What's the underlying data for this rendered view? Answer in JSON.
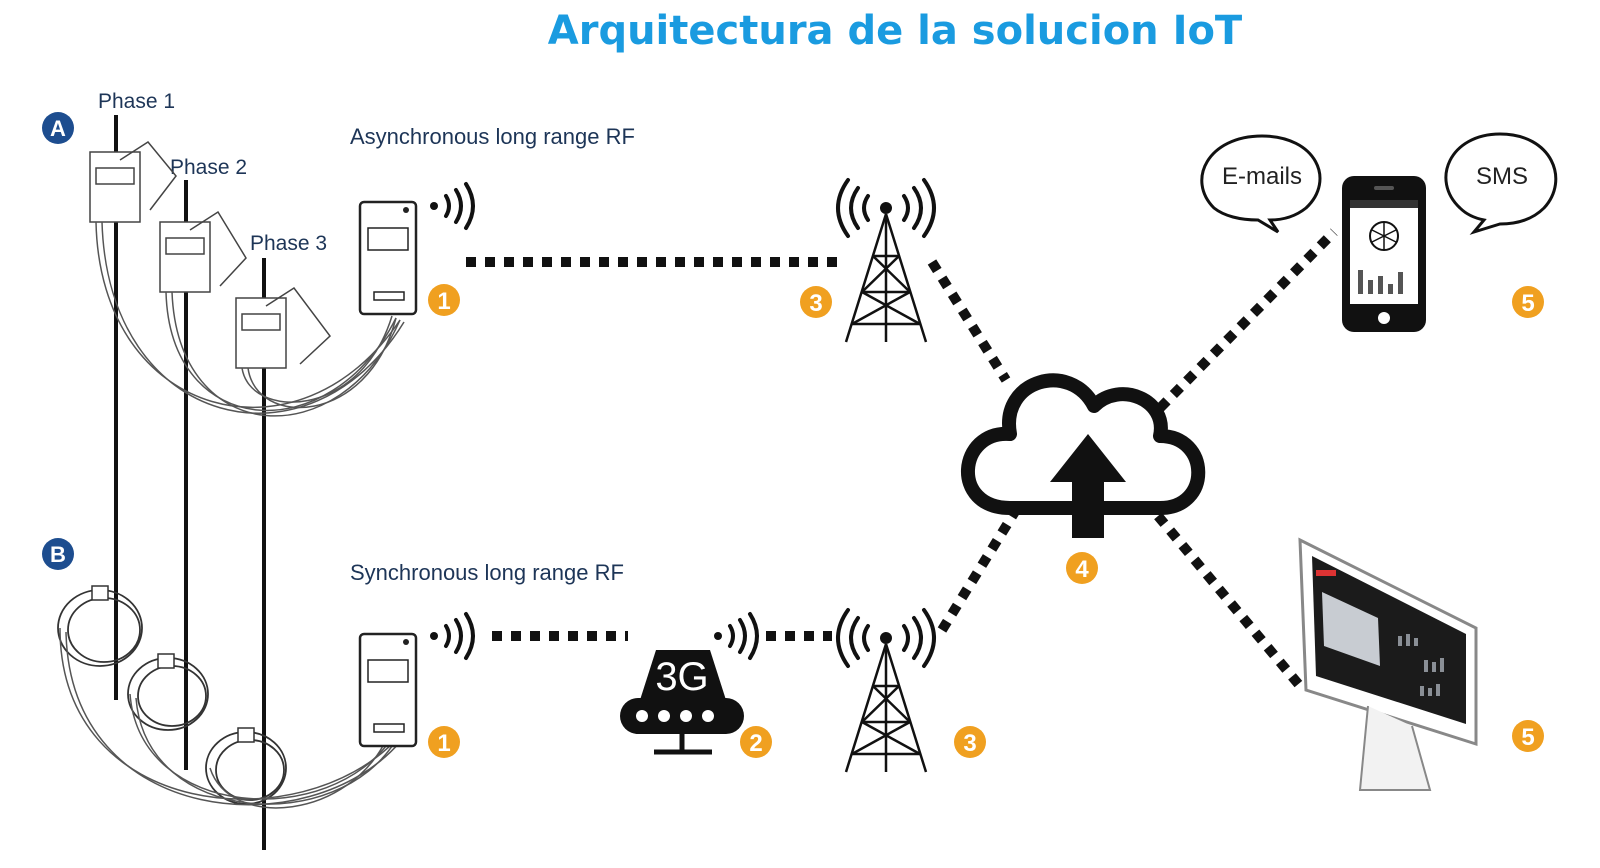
{
  "title": "Arquitectura de la solucion IoT",
  "labels": {
    "async": "Asynchronous long range RF",
    "sync": "Synchronous long range RF",
    "phase1": "Phase 1",
    "phase2": "Phase 2",
    "phase3": "Phase 3",
    "section_a": "A",
    "section_b": "B",
    "gateway_3g": "3G",
    "email": "E-mails",
    "sms": "SMS"
  },
  "steps": {
    "meter_a": "1",
    "meter_b": "1",
    "gateway": "2",
    "tower_a": "3",
    "tower_b": "3",
    "cloud": "4",
    "phone": "5",
    "monitor": "5"
  },
  "colors": {
    "title": "#1a9be0",
    "badge": "#f0a020",
    "section_badge": "#1d4d8f",
    "line": "#111111"
  }
}
